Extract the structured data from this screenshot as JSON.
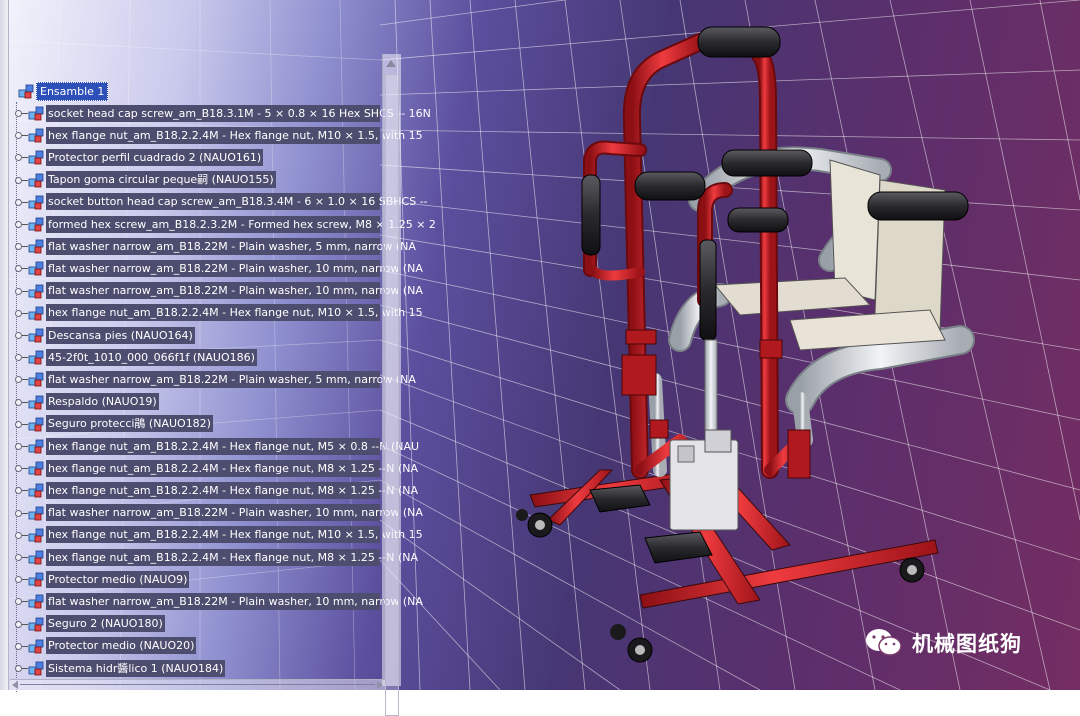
{
  "tree": {
    "root_label": "Ensamble 1",
    "items": [
      "socket head cap screw_am_B18.3.1M - 5 × 0.8 × 16 Hex SHCS -- 16N",
      "hex flange nut_am_B18.2.2.4M - Hex flange nut, M10 × 1.5, with 15",
      "Protector perfil cuadrado 2 (NAUO161)",
      "Tapon goma circular peque嗣 (NAUO155)",
      "socket button head cap screw_am_B18.3.4M - 6 × 1.0 × 16 SBHCS --",
      "formed hex screw_am_B18.2.3.2M - Formed hex screw, M8 × 1.25 × 2",
      "flat washer narrow_am_B18.22M - Plain washer, 5 mm, narrow (NA",
      "flat washer narrow_am_B18.22M - Plain washer, 10 mm, narrow (NA",
      "flat washer narrow_am_B18.22M - Plain washer, 10 mm, narrow (NA",
      "hex flange nut_am_B18.2.2.4M - Hex flange nut, M10 × 1.5, with 15",
      "Descansa pies (NAUO164)",
      "45-2f0t_1010_000_066f1f (NAUO186)",
      "flat washer narrow_am_B18.22M - Plain washer, 5 mm, narrow (NA",
      "Respaldo (NAUO19)",
      "Seguro protecci鵑 (NAUO182)",
      "hex flange nut_am_B18.2.2.4M - Hex flange nut, M5 × 0.8 --N (NAU",
      "hex flange nut_am_B18.2.2.4M - Hex flange nut, M8 × 1.25 --N (NA",
      "hex flange nut_am_B18.2.2.4M - Hex flange nut, M8 × 1.25 --N (NA",
      "flat washer narrow_am_B18.22M - Plain washer, 10 mm, narrow (NA",
      "hex flange nut_am_B18.2.2.4M - Hex flange nut, M10 × 1.5, with 15",
      "hex flange nut_am_B18.2.2.4M - Hex flange nut, M8 × 1.25 --N (NA",
      "Protector medio (NAUO9)",
      "flat washer narrow_am_B18.22M - Plain washer, 10 mm, narrow (NA",
      "Seguro 2 (NAUO180)",
      "Protector medio (NAUO20)",
      "Sistema hidr醬lico 1 (NAUO184)"
    ]
  },
  "watermark": {
    "text": "机械图纸狗",
    "icon": "wechat-icon"
  },
  "colors": {
    "frame_red": "#d8242a",
    "tree_label_bg": "#4d4d70",
    "selection": "#2d4fb8"
  }
}
